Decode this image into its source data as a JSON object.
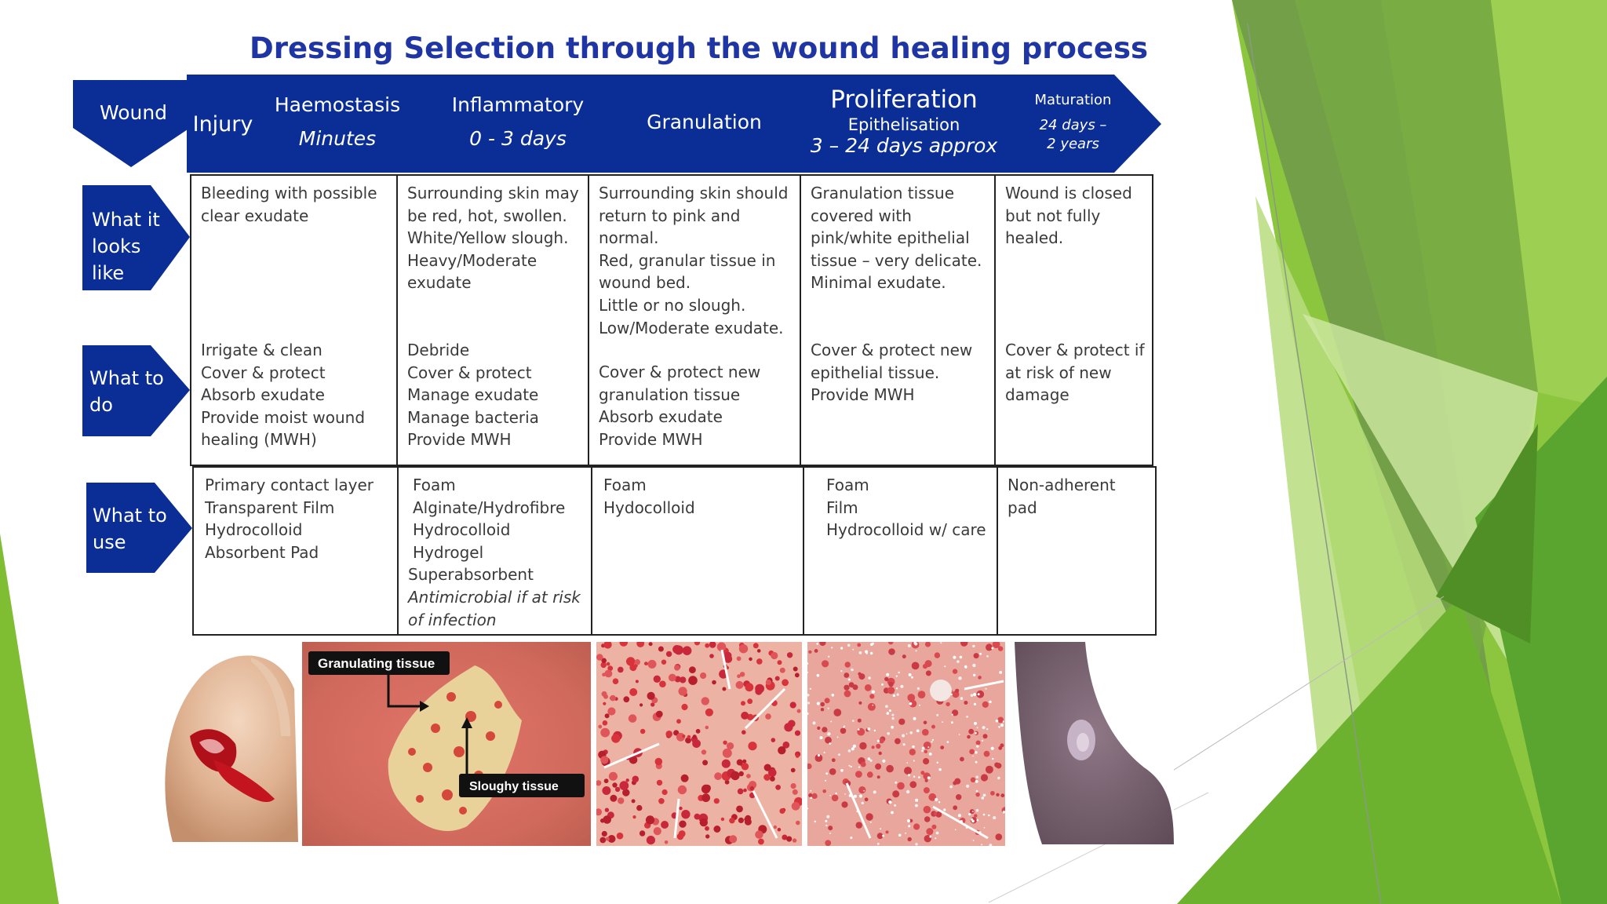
{
  "title": "Dressing Selection through the wound healing process",
  "stages": {
    "wound": "Wound",
    "injury": "Injury",
    "haemostasis": {
      "name": "Haemostasis",
      "time": "Minutes"
    },
    "inflammatory": {
      "name": "Inflammatory",
      "time": "0 - 3 days"
    },
    "granulation": {
      "name": "Granulation"
    },
    "proliferation": {
      "name": "Proliferation",
      "sub": "Epithelisation",
      "time": "3 – 24 days approx"
    },
    "maturation": {
      "name": "Maturation",
      "time1": "24 days –",
      "time2": "2 years"
    }
  },
  "row_labels": {
    "looks": [
      "What it",
      "looks",
      "like"
    ],
    "todo": [
      "What to",
      "do"
    ],
    "use": [
      "What to",
      "use"
    ]
  },
  "looks_like": [
    [
      "Bleeding with possible",
      "clear exudate"
    ],
    [
      "Surrounding skin may",
      "be red, hot, swollen.",
      "White/Yellow slough.",
      "Heavy/Moderate",
      "exudate"
    ],
    [
      "Surrounding skin should",
      "return to  pink and",
      "normal.",
      "Red, granular tissue in",
      "wound bed.",
      "Little or no slough.",
      "Low/Moderate exudate."
    ],
    [
      "Granulation tissue",
      "covered with",
      "pink/white epithelial",
      "tissue – very delicate.",
      "Minimal exudate."
    ],
    [
      "Wound is closed",
      "but not fully",
      "healed."
    ]
  ],
  "what_to_do": [
    [
      "Irrigate & clean",
      "Cover & protect",
      "Absorb exudate",
      "Provide moist wound",
      "healing (MWH)"
    ],
    [
      "Debride",
      "Cover & protect",
      "Manage exudate",
      "Manage bacteria",
      "Provide MWH"
    ],
    [
      "Cover & protect  new",
      "granulation tissue",
      "Absorb exudate",
      "Provide MWH"
    ],
    [
      "Cover & protect new",
      "epithelial tissue.",
      "Provide MWH"
    ],
    [
      "Cover & protect if",
      "at risk of new",
      "damage"
    ]
  ],
  "what_to_use": [
    [
      "Primary contact layer",
      "Transparent Film",
      "Hydrocolloid",
      "Absorbent Pad"
    ],
    [
      "Foam",
      "Alginate/Hydrofibre",
      "Hydrocolloid",
      "Hydrogel",
      "Superabsorbent",
      "Antimicrobial if at risk",
      "of  infection"
    ],
    [
      "Foam",
      "Hydocolloid"
    ],
    [
      "Foam",
      "Film",
      "Hydrocolloid w/ care"
    ],
    [
      "Non-adherent",
      "pad"
    ]
  ],
  "photo_labels": {
    "granulating": "Granulating tissue",
    "sloughy": "Sloughy tissue"
  },
  "colors": {
    "header_blue": "#0a2d96",
    "title_blue": "#1f35a3",
    "accent_green": "#8cc43c"
  }
}
